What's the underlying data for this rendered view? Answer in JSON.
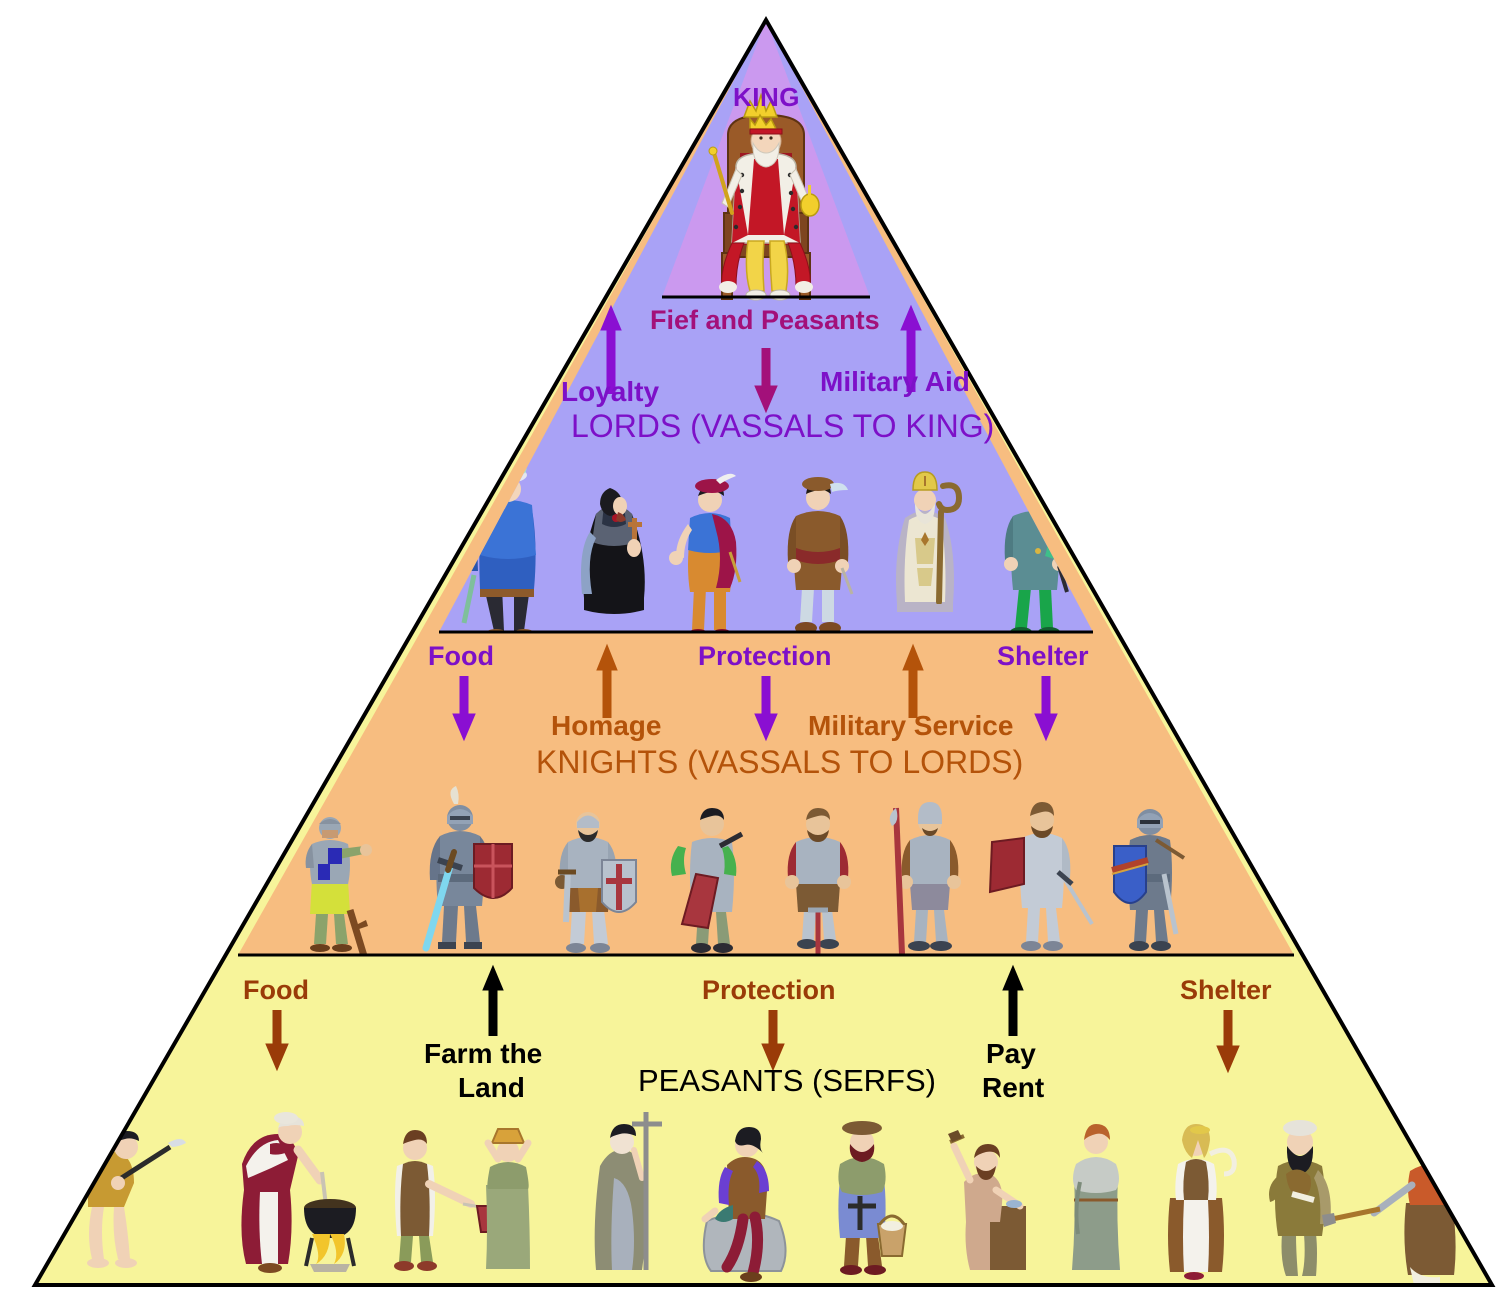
{
  "diagram": {
    "title": "Feudal System Pyramid",
    "background": "#ffffff",
    "outline_color": "#000000"
  },
  "colors": {
    "tier1_fill": "#cb99ef",
    "tier2_fill": "#a9a2f6",
    "tier3_fill": "#f7bd80",
    "tier4_fill": "#f7f49a",
    "purple_text": "#7d10c8",
    "magenta_text": "#a3107a",
    "orange_text": "#b4530a",
    "black_text": "#000000",
    "purple_arrow": "#8a0fd2",
    "magenta_arrow": "#a3107a",
    "orange_arrow": "#b4530a",
    "black_arrow": "#000000"
  },
  "tiers": [
    {
      "id": "king",
      "name_label": "KING",
      "fill": "#cb99ef",
      "figures": [
        "king-on-throne"
      ]
    },
    {
      "id": "lords",
      "name_label": "LORDS (VASSALS TO KING)",
      "fill": "#a9a2f6",
      "down_labels": [
        {
          "text": "Fief and Peasants",
          "color": "#a3107a"
        }
      ],
      "up_labels": [
        {
          "text": "Loyalty",
          "color": "#7d10c8"
        },
        {
          "text": "Military Aid",
          "color": "#7d10c8"
        }
      ],
      "figures": [
        "lord-blue-robe",
        "bishop-black-cope",
        "noble-red-cape",
        "noble-brown-tunic",
        "bishop-mitre-crozier",
        "lord-green-tunic"
      ]
    },
    {
      "id": "knights",
      "name_label": "KNIGHTS (VASSALS TO LORDS)",
      "fill": "#f7bd80",
      "down_labels": [
        {
          "text": "Food",
          "color": "#7d10c8"
        },
        {
          "text": "Protection",
          "color": "#7d10c8"
        },
        {
          "text": "Shelter",
          "color": "#7d10c8"
        }
      ],
      "up_labels": [
        {
          "text": "Homage",
          "color": "#b4530a"
        },
        {
          "text": "Military Service",
          "color": "#b4530a"
        }
      ],
      "figures": [
        "soldier-pointing",
        "knight-red-shield",
        "knight-cross-shield",
        "knight-green-pack",
        "knight-brown-tunic",
        "knight-with-spear",
        "knight-red-banner",
        "knight-blue-shield"
      ]
    },
    {
      "id": "peasants",
      "name_label": "PEASANTS (SERFS)",
      "fill": "#f7f49a",
      "down_labels": [
        {
          "text": "Food",
          "color": "#b4530a"
        },
        {
          "text": "Protection",
          "color": "#b4530a"
        },
        {
          "text": "Shelter",
          "color": "#b4530a"
        }
      ],
      "up_labels": [
        {
          "text": "Farm the\nLand",
          "line1": "Farm the",
          "line2": "Land",
          "color": "#000000"
        },
        {
          "text": "Pay\nRent",
          "line1": "Pay",
          "line2": "Rent",
          "color": "#000000"
        }
      ],
      "figures": [
        "peasant-with-hoe",
        "woman-cooking-pot",
        "cauldron-fire",
        "man-with-bucket",
        "woman-carrying-load",
        "monk-with-cross",
        "man-sitting-on-rock",
        "pilgrim-with-basket",
        "craftsman-with-hammer",
        "monk-grey-robe",
        "woman-with-apron",
        "bearded-man-with-bundle",
        "old-woman-with-hoe"
      ]
    }
  ],
  "labels": {
    "king": "KING",
    "fief_and_peasants": "Fief and Peasants",
    "loyalty": "Loyalty",
    "military_aid": "Military Aid",
    "lords": "LORDS (VASSALS TO KING)",
    "food_knights": "Food",
    "protection_knights": "Protection",
    "shelter_knights": "Shelter",
    "homage": "Homage",
    "military_service": "Military Service",
    "knights": "KNIGHTS (VASSALS TO LORDS)",
    "food_peasants": "Food",
    "protection_peasants": "Protection",
    "shelter_peasants": "Shelter",
    "farm_the_land_1": "Farm the",
    "farm_the_land_2": "Land",
    "pay_rent_1": "Pay",
    "pay_rent_2": "Rent",
    "peasants": "PEASANTS (SERFS)"
  }
}
